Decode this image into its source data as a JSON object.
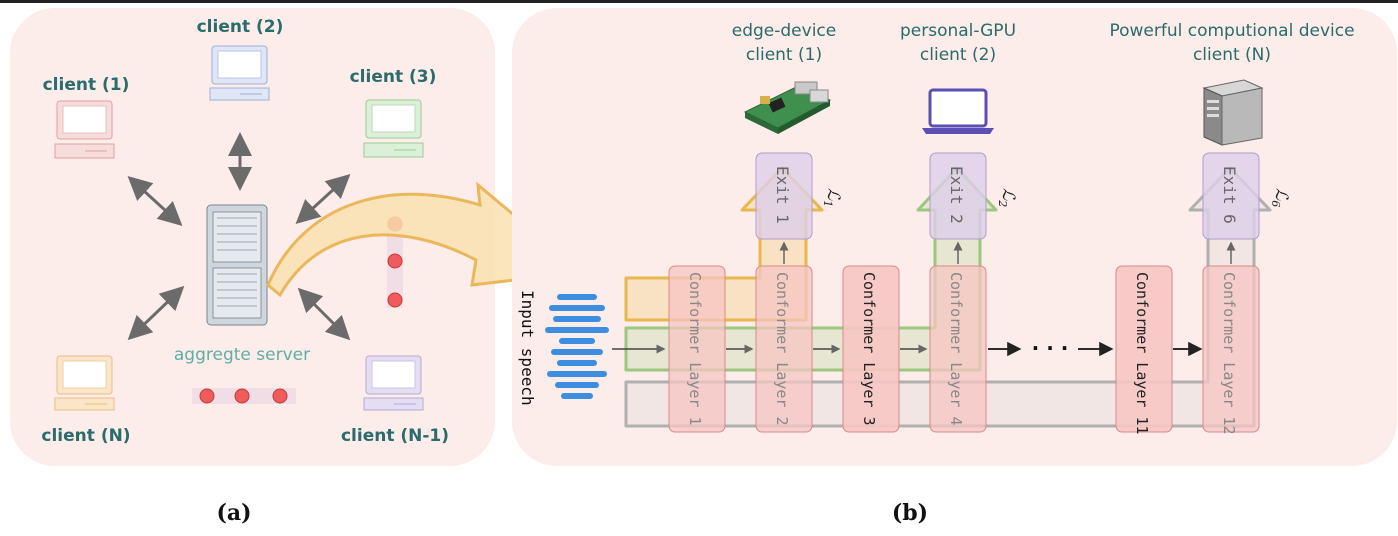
{
  "panel_a": {
    "caption": "(a)",
    "server_label": "aggregte server",
    "clients": [
      "client (1)",
      "client (2)",
      "client (3)",
      "client (N)",
      "client (N-1)"
    ]
  },
  "panel_b": {
    "caption": "(b)",
    "input_label": "Input speech",
    "devices": [
      {
        "line1": "edge-device",
        "line2": "client (1)"
      },
      {
        "line1": "personal-GPU",
        "line2": "client (2)"
      },
      {
        "line1": "Powerful computional device",
        "line2": "client (N)"
      }
    ],
    "exits": [
      "Exit 1",
      "Exit 2",
      "Exit 6"
    ],
    "losses": [
      "ℒ",
      "ℒ",
      "ℒ"
    ],
    "loss_subscripts": [
      "1",
      "2",
      "6"
    ],
    "layers": [
      "Conformer Layer 1",
      "Conformer Layer 2",
      "Conformer Layer 3",
      "Conformer Layer 4",
      "Conformer Layer 11",
      "Conformer Layer 12"
    ],
    "ellipsis": "· · ·"
  },
  "colors": {
    "panel_bg": "#fcecea",
    "layer_fill": "#f6c6c3",
    "layer_stroke": "#d98a86",
    "exit_fill": "#ddd0ea",
    "exit_stroke": "#b49acb",
    "yellow_flow": "#f3cf7b",
    "green_flow": "#b5d69b",
    "gray_flow": "#b0b0b0",
    "accent_text": "#2a6b6b",
    "speech_blue": "#3d8ee0"
  }
}
